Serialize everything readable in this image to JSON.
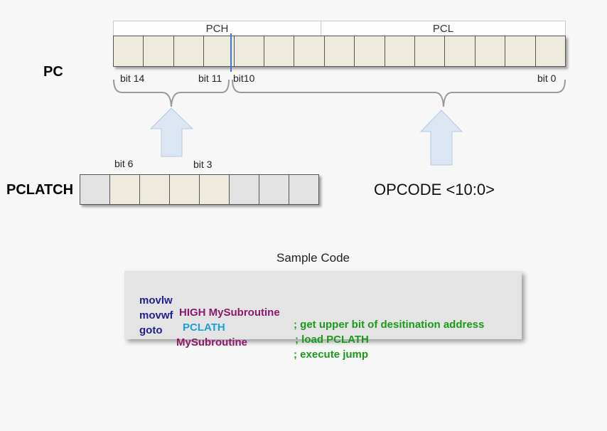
{
  "pc": {
    "label": "PC",
    "pch_label": "PCH",
    "pcl_label": "PCL",
    "bits": {
      "bit14": "bit 14",
      "bit11": "bit 11",
      "bit10": "bit10",
      "bit0": "bit 0"
    },
    "cells": 15,
    "cell_color": "#eeebde"
  },
  "pclatch": {
    "label": "PCLATCH",
    "bit6": "bit 6",
    "bit3": "bit 3",
    "cells": 8,
    "active_cells": [
      1,
      2,
      3,
      4
    ],
    "active_color": "#eeebde",
    "inactive_color": "#e3e3e3"
  },
  "opcode": {
    "label": "OPCODE <10:0>"
  },
  "sample_code": {
    "title": "Sample Code",
    "lines": [
      {
        "op": "movlw",
        "arg": "HIGH MySubroutine",
        "comment": "; get upper bit of desitination address"
      },
      {
        "op": "movwf",
        "arg": "PCLATH",
        "comment": "; load PCLATH"
      },
      {
        "op": "goto",
        "arg": "MySubroutine",
        "comment": "; execute jump"
      }
    ]
  },
  "colors": {
    "op": "#1f1f8f",
    "arg_purple": "#8b1a6b",
    "arg_cyan": "#1aa0d8",
    "comment": "#1a9a1a",
    "arrow_fill": "#dce6f2",
    "arrow_stroke": "#b9c9dc",
    "divider": "#3a78d6"
  }
}
